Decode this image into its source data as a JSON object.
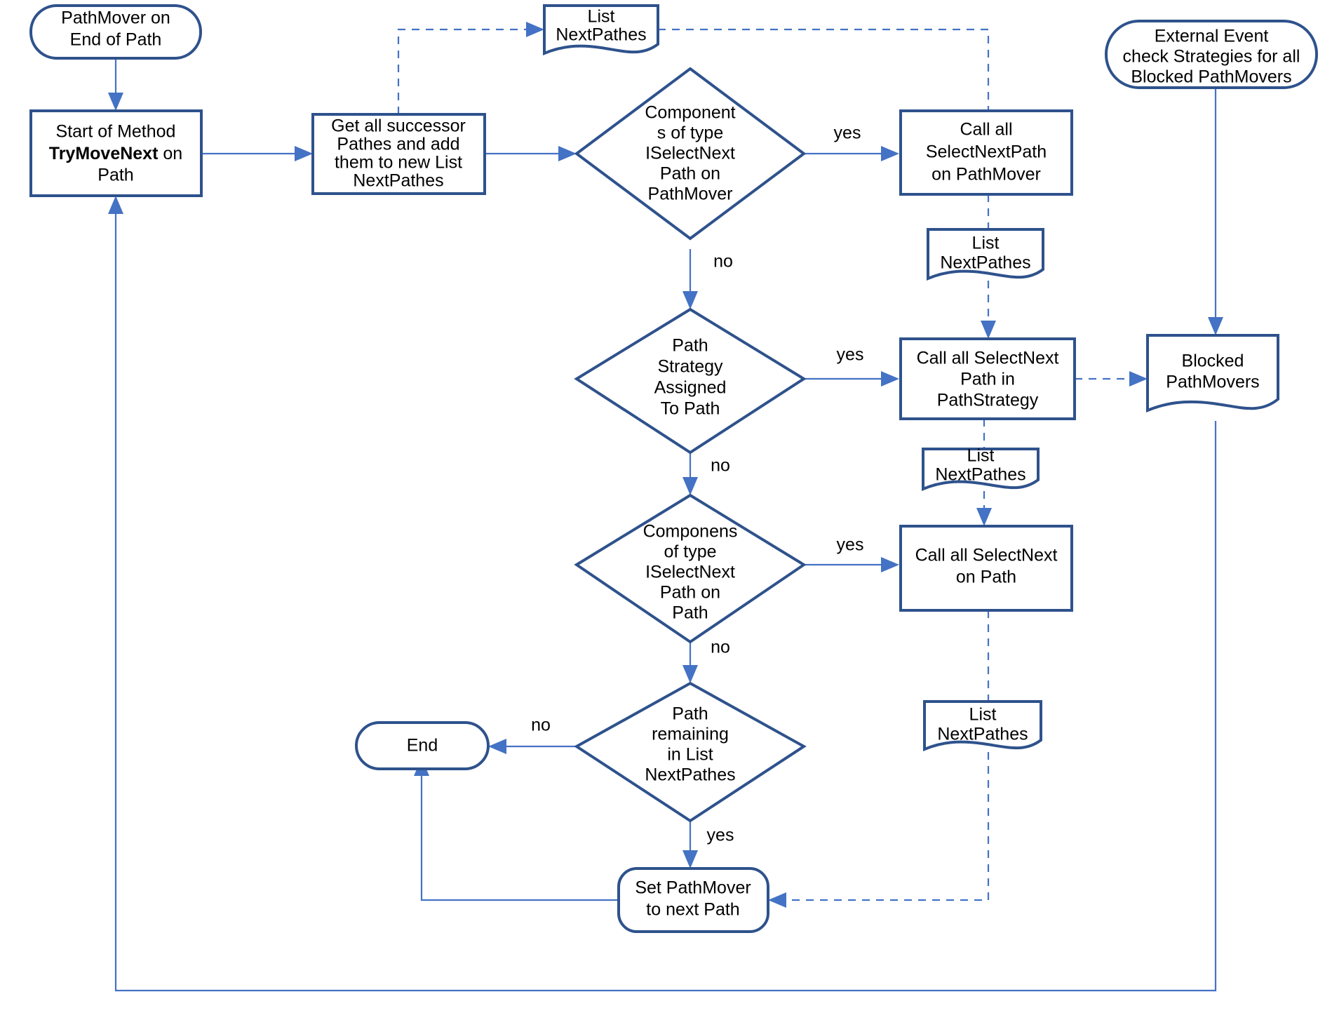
{
  "diagram": {
    "title": "PathMover TryMoveNext Flowchart",
    "colors": {
      "shape_border": "#2E528C",
      "connector": "#4472C4",
      "background": "#FFFFFF",
      "text": "#000000"
    }
  },
  "nodes": {
    "start_event": {
      "shape": "rounded-terminator",
      "lines": [
        "PathMover on",
        "End of Path"
      ]
    },
    "start_method": {
      "shape": "process",
      "lines": [
        "Start of Method",
        "TryMoveNext on",
        "Path"
      ],
      "bold_segment": "TryMoveNext"
    },
    "get_successors": {
      "shape": "process",
      "lines": [
        "Get all successor",
        "Pathes and add",
        "them to new List",
        "NextPathes"
      ]
    },
    "list_nextpathes_top": {
      "shape": "document",
      "lines": [
        "List",
        "NextPathes"
      ]
    },
    "decision_components_pathmover": {
      "shape": "decision",
      "lines": [
        "Component",
        "s of type",
        "ISelectNext",
        "Path on",
        "PathMover"
      ]
    },
    "call_selectnextpath_pathmover": {
      "shape": "process",
      "lines": [
        "Call all",
        "SelectNextPath",
        "on PathMover"
      ]
    },
    "external_event": {
      "shape": "rounded-terminator",
      "lines": [
        "External Event",
        "check Strategies for all",
        "Blocked PathMovers"
      ]
    },
    "list_nextpathes_r1": {
      "shape": "document",
      "lines": [
        "List",
        "NextPathes"
      ]
    },
    "decision_pathstrategy": {
      "shape": "decision",
      "lines": [
        "Path",
        "Strategy",
        "Assigned",
        "To Path"
      ]
    },
    "call_selectnextpath_strategy": {
      "shape": "process",
      "lines": [
        "Call all SelectNext",
        "Path in",
        "PathStrategy"
      ]
    },
    "blocked_pathmovers": {
      "shape": "document",
      "lines": [
        "Blocked",
        "PathMovers"
      ]
    },
    "list_nextpathes_r2": {
      "shape": "document",
      "lines": [
        "List",
        "NextPathes"
      ]
    },
    "decision_components_path": {
      "shape": "decision",
      "lines": [
        "Componens",
        "of type",
        "ISelectNext",
        "Path on",
        "Path"
      ]
    },
    "call_selectnext_path": {
      "shape": "process",
      "lines": [
        "Call all SelectNext",
        "on Path"
      ]
    },
    "list_nextpathes_r3": {
      "shape": "document",
      "lines": [
        "List",
        "NextPathes"
      ]
    },
    "decision_path_remaining": {
      "shape": "decision",
      "lines": [
        "Path",
        "remaining",
        "in List",
        "NextPathes"
      ]
    },
    "end_node": {
      "shape": "rounded-terminator",
      "lines": [
        "End"
      ]
    },
    "set_pathmover_next": {
      "shape": "rounded-process",
      "lines": [
        "Set PathMover",
        "to next Path"
      ]
    }
  },
  "edge_labels": {
    "yes_components_pathmover": "yes",
    "no_components_pathmover": "no",
    "yes_pathstrategy": "yes",
    "no_pathstrategy": "no",
    "yes_components_path": "yes",
    "no_components_path": "no",
    "no_path_remaining": "no",
    "yes_path_remaining": "yes"
  }
}
